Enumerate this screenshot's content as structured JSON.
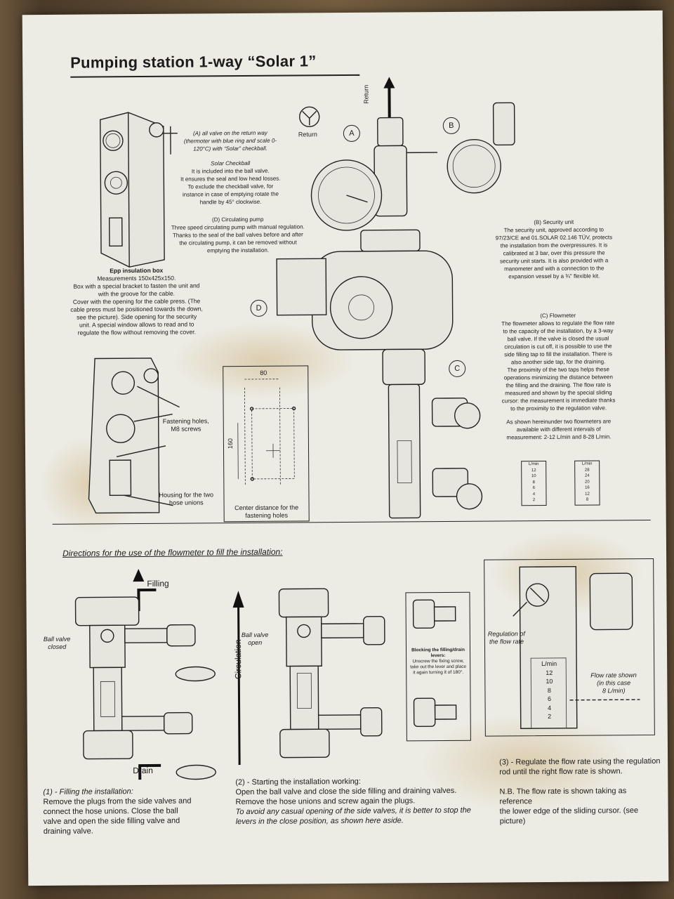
{
  "title": "Pumping station 1-way “Solar 1”",
  "labels": {
    "return_arrow": "Return",
    "return_icon": "Return",
    "A": "A",
    "B": "B",
    "C": "C",
    "D": "D"
  },
  "ball_valve": {
    "lines": [
      "(A) all valve on the return way",
      "(thermoter with blue ring and scale 0-",
      "120°C) with “Solar” checkball."
    ]
  },
  "checkball": {
    "heading": "Solar Checkball",
    "lines": [
      "It is included into the ball valve.",
      "It ensures the seal and low head losses.",
      "To exclude the checkball valve, for",
      "instance in case of emptying rotate the",
      "handle by 45° clockwise."
    ]
  },
  "pump": {
    "heading": "(D) Circulating pump",
    "lines": [
      "Three speed circulating pump with manual regulation.",
      "Thanks to the seal of the ball valves before and after",
      "the circulating pump, it can be removed without",
      "emptying the installation."
    ]
  },
  "security": {
    "heading": "(B) Security unit",
    "lines": [
      "The security unit, approved according to",
      "97/23/CE and 01.SOLAR 02.146 TÜV, protects",
      "the installation from the overpressures. It is",
      "calibrated at 3 bar, over this pressure the",
      "security unit starts. It is also provided with a",
      "manometer and with a connection to the",
      "expansion vessel by a ¾\" flexible kit."
    ]
  },
  "flowmeter": {
    "heading": "(C) Flowmeter",
    "lines": [
      "The flowmeter allows to regulate the flow rate",
      "to the capacity of the installation, by a 3-way",
      "ball valve. If the valve is closed the usual",
      "circulation is cut off, it is possible  to use the",
      "side filling tap to fill the installation. There is",
      "also another side tap, for the draining.",
      "The proximity of the two taps helps these",
      "operations minimizing the distance between",
      "the filling and the draining. The flow rate is",
      "measured and shown by the special sliding",
      "cursor: the measurement is immediate thanks",
      "to the proximity to the regulation valve."
    ],
    "note_lines": [
      "As shown hereinunder two flowmeters are",
      "available with different intervals of",
      "measurement: 2-12 L/min and 8-28 L/min."
    ],
    "scale1": {
      "unit": "L/min",
      "marks": [
        "12",
        "10",
        "8",
        "6",
        "4",
        "2"
      ]
    },
    "scale2": {
      "unit": "L/min",
      "marks": [
        "28",
        "24",
        "20",
        "16",
        "12",
        "8"
      ]
    }
  },
  "epp": {
    "heading": "Epp insulation box",
    "lines": [
      "Measurements 150x425x150.",
      "Box with a special bracket to fasten the unit and",
      "with the groove for the cable.",
      "Cover with the opening for the cable press. (The",
      "cable press must be positioned towards the down,",
      "see the picture). Side opening for the security",
      "unit. A special window allows to read and to",
      "regulate  the flow without removing the cover."
    ]
  },
  "mounting": {
    "fastening_label": [
      "Fastening holes,",
      "M8 screws"
    ],
    "housing_label": [
      "Housing for the two",
      "hose unions"
    ],
    "dim_width": "80",
    "dim_height": "160",
    "caption": [
      "Center distance for the",
      "fastening holes"
    ]
  },
  "directions": {
    "heading": "Directions for the use of the flowmeter to fill the installation:",
    "filling": "Filling",
    "drain": "Drain",
    "ball_closed": [
      "Ball valve",
      "closed"
    ],
    "ball_open": [
      "Ball valve",
      "open"
    ],
    "circulation": "Circulation",
    "blocking": {
      "heading": [
        "Blocking the filling/drain",
        "levers:"
      ],
      "lines": [
        "Unscrew the fixing screw,",
        "take out the lever and place",
        "it again turning it of 180°."
      ]
    },
    "regulation": [
      "Regulation of",
      "the flow rate"
    ],
    "flow_shown": [
      "Flow rate shown",
      "(in this case",
      "8 L/min)"
    ],
    "zoom_scale": {
      "unit": "L/min",
      "marks": [
        "12",
        "10",
        "8",
        "6",
        "4",
        "2"
      ]
    },
    "step1": {
      "title": "(1) - Filling the installation:",
      "lines": [
        "Remove the plugs from the side valves and",
        "connect the hose unions. Close the ball",
        "valve and open the side filling valve and",
        "draining valve."
      ]
    },
    "step2": {
      "title": "(2) - Starting the installation working:",
      "lines": [
        "Open the ball valve and close the side filling and  draining valves.",
        "Remove the hose unions and screw again the plugs."
      ],
      "italic_lines": [
        "To avoid any casual opening of the side valves, it is better to stop the",
        "levers in the close position, as shown here aside."
      ]
    },
    "step3": {
      "lines": [
        "(3) - Regulate the flow rate using the regulation",
        "rod until the right flow rate is shown."
      ],
      "nb_lines": [
        "N.B. The flow rate is shown taking as reference",
        "the lower edge of the sliding cursor. (see",
        "picture)"
      ]
    }
  }
}
